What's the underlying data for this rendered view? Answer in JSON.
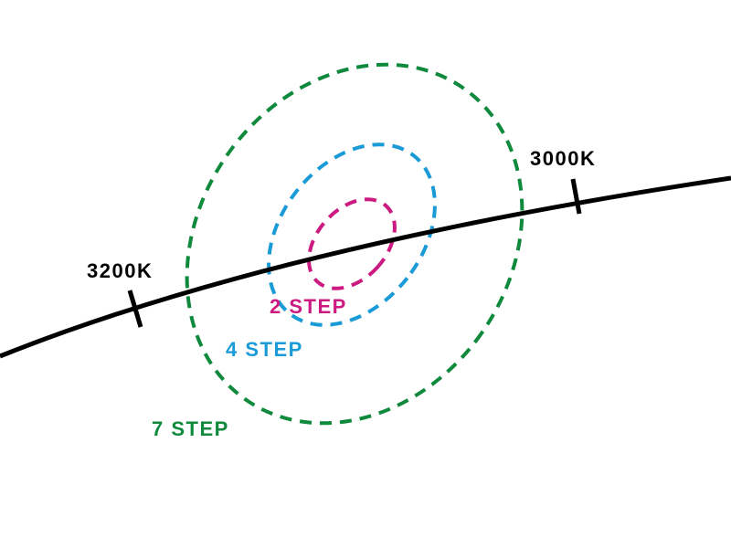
{
  "locus": {
    "color": "#000000",
    "ticks": [
      {
        "label": "3200K"
      },
      {
        "label": "3000K"
      }
    ]
  },
  "ellipses": [
    {
      "label": "2 STEP",
      "color": "#cc1a80"
    },
    {
      "label": "4 STEP",
      "color": "#1a9bd7"
    },
    {
      "label": "7 STEP",
      "color": "#0f8a3c"
    }
  ]
}
